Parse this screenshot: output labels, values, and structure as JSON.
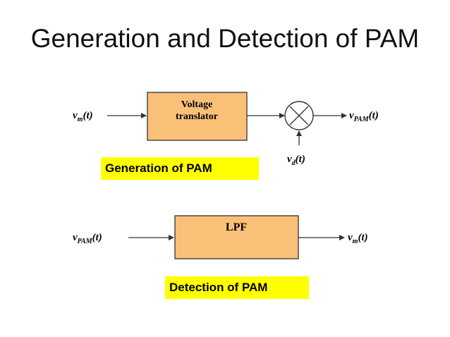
{
  "slide": {
    "title": "Generation and Detection of PAM"
  },
  "generation": {
    "input_base": "v",
    "input_sub": "m",
    "input_arg": "(t)",
    "block_line1": "Voltage",
    "block_line2": "translator",
    "multiplier_symbol": "×",
    "output_base": "v",
    "output_sub": "PAM",
    "output_arg": "(t)",
    "carrier_base": "v",
    "carrier_sub": "d",
    "carrier_arg": "(t)",
    "caption": "Generation of PAM"
  },
  "detection": {
    "input_base": "v",
    "input_sub": "PAM",
    "input_arg": "(t)",
    "block_label": "LPF",
    "output_base": "v",
    "output_sub": "m",
    "output_arg": "(t)",
    "caption": "Detection of PAM"
  },
  "colors": {
    "block_fill": "#FBC078",
    "caption_bg": "#FFFF00",
    "line": "#333333"
  }
}
